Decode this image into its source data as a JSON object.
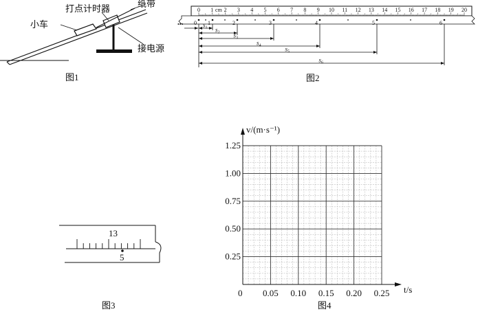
{
  "figure1": {
    "caption": "图1",
    "labels": {
      "timer": "打点计时器",
      "tape": "纸带",
      "cart": "小车",
      "power": "接电源"
    }
  },
  "figure2": {
    "caption": "图2",
    "ruler_unit": "cm",
    "ruler_numbers": [
      "0",
      "1",
      "2",
      "3",
      "4",
      "5",
      "6",
      "7",
      "8",
      "9",
      "10",
      "11",
      "12",
      "13",
      "14",
      "15",
      "16",
      "17",
      "18",
      "19",
      "20"
    ],
    "point_labels": [
      "0",
      "1",
      "2",
      "3",
      "4",
      "5",
      "6"
    ],
    "distance_labels": [
      "s1",
      "s2",
      "s3",
      "s4",
      "s5",
      "s6"
    ],
    "ellipsis": "•••"
  },
  "figure3": {
    "caption": "图3",
    "main_scale_number": "13",
    "vernier_number": "5"
  },
  "figure4": {
    "caption": "图4",
    "y_label": "v/(m·s⁻¹)",
    "x_label": "t/s",
    "origin": "0",
    "y_ticks": [
      "0.25",
      "0.50",
      "0.75",
      "1.00",
      "1.25"
    ],
    "x_ticks": [
      "0.05",
      "0.10",
      "0.15",
      "0.20",
      "0.25"
    ]
  }
}
